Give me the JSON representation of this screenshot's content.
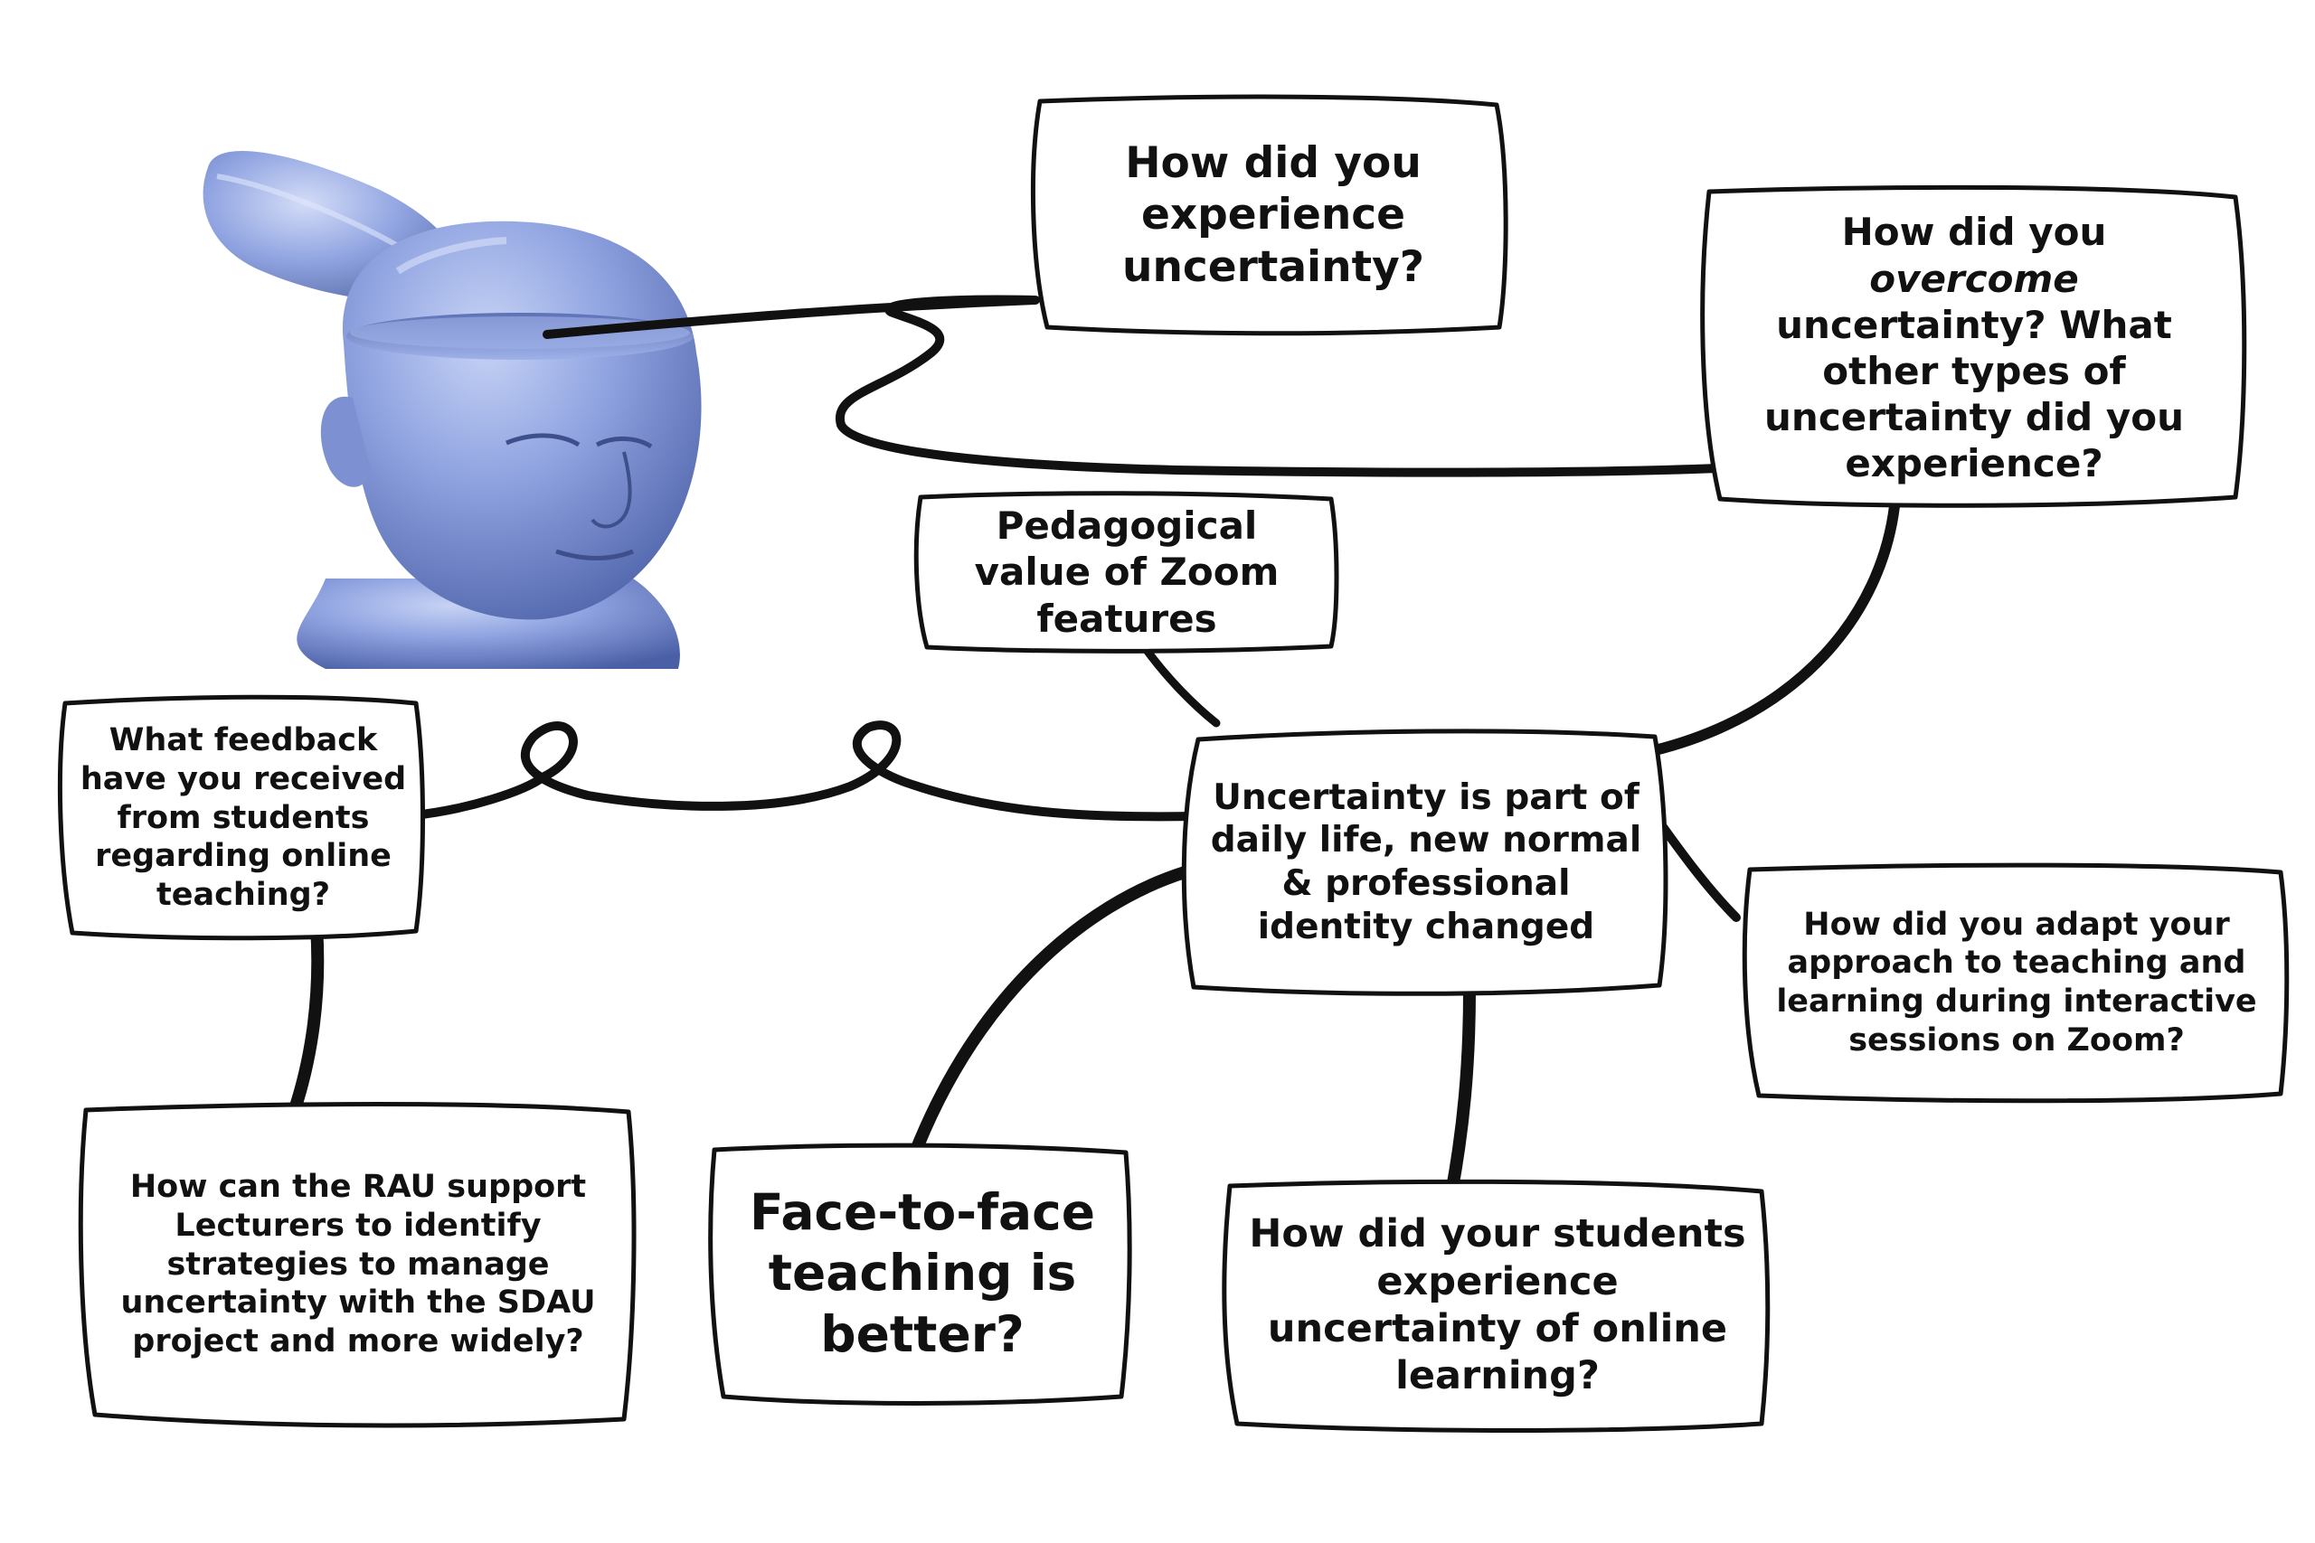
{
  "colors": {
    "ink": "#111111",
    "box_fill": "#ffffff",
    "head_base": "#7f95d8",
    "head_light": "#c7d3f5",
    "head_dark": "#4b5fa6",
    "background": "#ffffff"
  },
  "central_node": {
    "text": "Uncertainty is part of daily life, new normal & professional identity changed"
  },
  "nodes": {
    "experience": {
      "text": "How did you experience uncertainty?"
    },
    "overcome": {
      "prefix": "How did you ",
      "emphasis": "overcome",
      "suffix": " uncertainty? What other types of uncertainty did you experience?"
    },
    "zoom_value": {
      "text": "Pedagogical value of Zoom features"
    },
    "feedback": {
      "text": "What feedback have you received from students regarding online teaching?"
    },
    "rau_support": {
      "text": "How can the RAU support Lecturers to identify strategies to manage uncertainty with the SDAU project and more widely?"
    },
    "face_to_face": {
      "text": "Face-to-face teaching is better?"
    },
    "students_experience": {
      "text": "How did your students experience uncertainty of online learning?"
    },
    "adapt": {
      "text": "How did you adapt your approach to teaching and learning during interactive sessions on Zoom?"
    }
  },
  "illustration": {
    "icon": "open-head-icon"
  }
}
